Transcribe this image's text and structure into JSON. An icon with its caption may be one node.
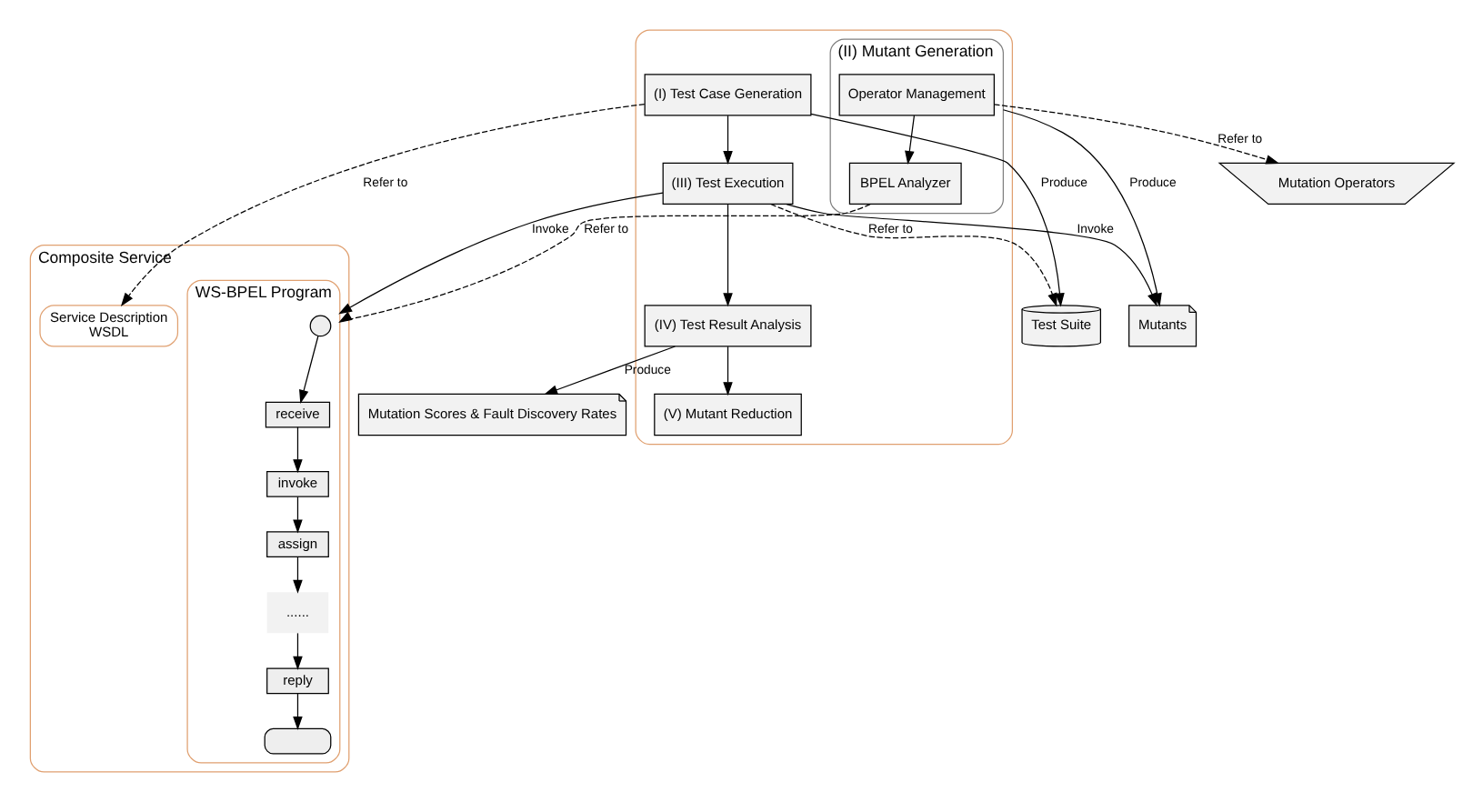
{
  "diagram": {
    "nodes": [
      {
        "text": [
          "Composite Service"
        ]
      },
      {
        "text": [
          "Service Description",
          "WSDL"
        ],
        "in": 0
      },
      {
        "text": [
          "WS-BPEL Program"
        ],
        "in": 0
      },
      {
        "text": [],
        "shape": "circle",
        "in": 2
      },
      {
        "text": [
          "receive"
        ],
        "in": 2
      },
      {
        "text": [
          "invoke"
        ],
        "in": 2
      },
      {
        "text": [
          "assign"
        ],
        "in": 2
      },
      {
        "text": [
          "......"
        ],
        "in": 2
      },
      {
        "text": [
          "reply"
        ],
        "in": 2
      },
      {
        "text": [],
        "shape": "box",
        "in": 2
      },
      {
        "text": [],
        "shape": "box"
      },
      {
        "text": [
          "(I) Test Case Generation"
        ],
        "in": 10
      },
      {
        "text": [
          "(III) Test Execution"
        ],
        "in": 10
      },
      {
        "text": [
          "(II) Mutant Generation"
        ],
        "in": 10
      },
      {
        "text": [
          "Operator Management"
        ],
        "in": 13
      },
      {
        "text": [
          "BPEL Analyzer"
        ],
        "in": 13
      },
      {
        "text": [
          "(IV) Test Result Analysis"
        ],
        "in": 10
      },
      {
        "text": [
          "(V) Mutant Reduction"
        ],
        "in": 10
      },
      {
        "text": [
          "Test Suite"
        ]
      },
      {
        "text": [
          "Mutants"
        ]
      },
      {
        "text": [
          "Mutation Operators"
        ]
      },
      {
        "text": [
          "Mutation Scores & Fault Discovery Rates"
        ]
      }
    ],
    "edges": [
      {
        "from": 11,
        "to": 1,
        "arrow": "to",
        "label": "Refer to",
        "style": "dashed"
      },
      {
        "from": 11,
        "to": 18,
        "arrow": "to",
        "label": "Produce"
      },
      {
        "from": 11,
        "to": 12,
        "arrow": "to"
      },
      {
        "from": 12,
        "to": 18,
        "arrow": "to",
        "label": "Refer to",
        "style": "dashed"
      },
      {
        "from": 12,
        "to": 2,
        "arrow": "to",
        "label": "Invoke"
      },
      {
        "from": 12,
        "to": 19,
        "arrow": "to",
        "label": "Invoke"
      },
      {
        "from": 13,
        "to": 19,
        "arrow": "to",
        "label": "Produce"
      },
      {
        "from": 14,
        "to": 15,
        "arrow": "to"
      },
      {
        "from": 14,
        "to": 20,
        "arrow": "to",
        "label": "Refer to",
        "style": "dashed"
      },
      {
        "from": 12,
        "to": 16,
        "arrow": "to"
      },
      {
        "from": 16,
        "to": 17,
        "arrow": "to"
      },
      {
        "from": 16,
        "to": 21,
        "arrow": "to",
        "label": "Produce"
      },
      {
        "from": 15,
        "to": 2,
        "arrow": "to",
        "label": "Refer to",
        "style": "dashed"
      },
      {
        "from": 3,
        "to": 4,
        "arrow": "to"
      },
      {
        "from": 4,
        "to": 5,
        "arrow": "to"
      },
      {
        "from": 5,
        "to": 6,
        "arrow": "to"
      },
      {
        "from": 6,
        "to": 7,
        "arrow": "to"
      },
      {
        "from": 7,
        "to": 8,
        "arrow": "to"
      },
      {
        "from": 8,
        "to": 9,
        "arrow": "to"
      }
    ]
  }
}
